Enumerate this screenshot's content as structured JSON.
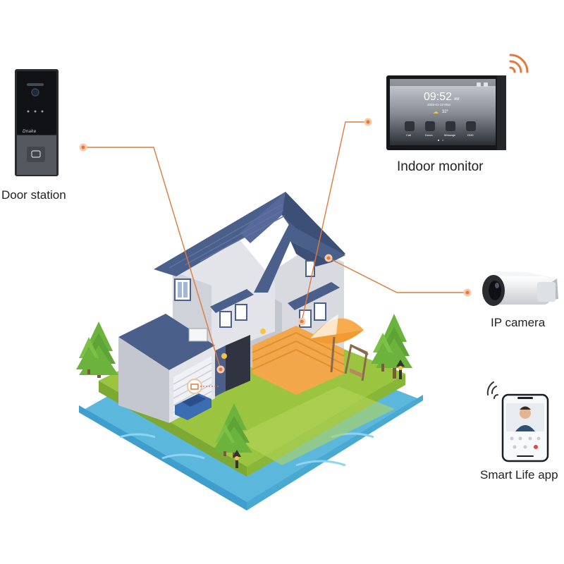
{
  "devices": {
    "door_station": {
      "label": "Door station",
      "brand": "Dnake"
    },
    "indoor_monitor": {
      "label": "Indoor monitor",
      "clock": "09:52",
      "ampm": "AM",
      "date": "2025-01-13 Mon",
      "temperature": "32°",
      "apps": [
        "Call",
        "Doors",
        "Message",
        "DND"
      ]
    },
    "ip_camera": {
      "label": "IP camera"
    },
    "smart_app": {
      "label": "Smart Life app"
    }
  },
  "colors": {
    "connector": "#e07a3a",
    "roof": "#4a5f8a",
    "wall": "#d8dae0",
    "grass": "#9bc540",
    "water": "#5bb8dc",
    "tree": "#6cb33e",
    "wood": "#f2a84a"
  }
}
